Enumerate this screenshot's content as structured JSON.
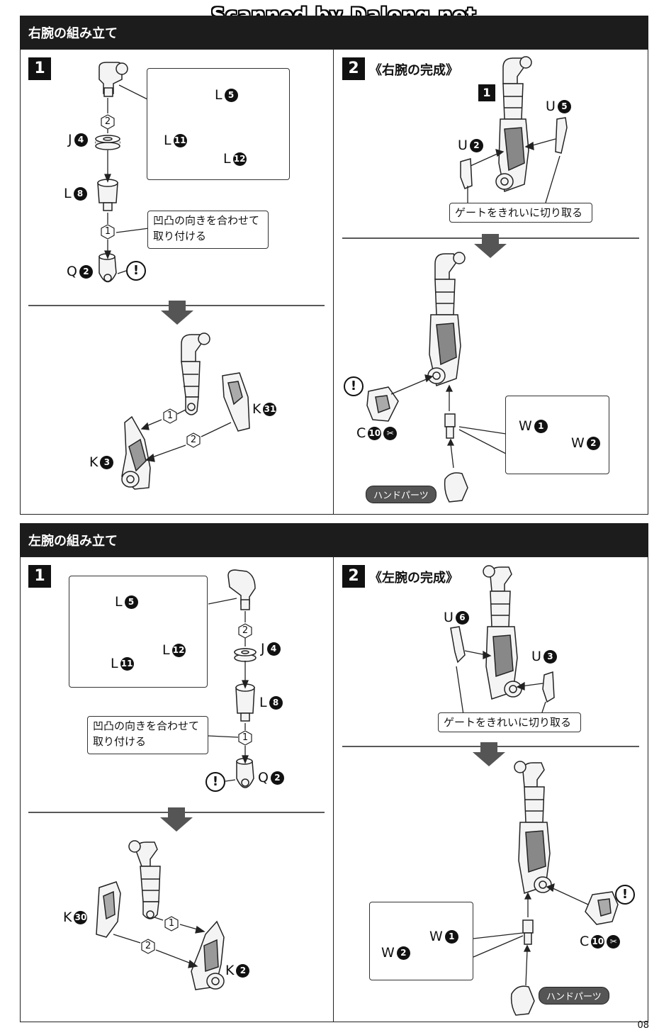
{
  "watermark": "Scanned by Dalong.net",
  "page_number": "08",
  "right_arm": {
    "section_title": "右腕の組み立て",
    "step1": {
      "number": "1",
      "labels": {
        "j4": {
          "letter": "J",
          "num": "4"
        },
        "l8": {
          "letter": "L",
          "num": "8"
        },
        "q2": {
          "letter": "Q",
          "num": "2"
        },
        "l5": {
          "letter": "L",
          "num": "5"
        },
        "l11": {
          "letter": "L",
          "num": "11"
        },
        "l12": {
          "letter": "L",
          "num": "12"
        }
      },
      "order_a": "2",
      "order_b": "1",
      "note_line1": "凹凸の向きを合わせて",
      "note_line2": "取り付ける",
      "warning": "!"
    },
    "step1b": {
      "k3": {
        "letter": "K",
        "num": "3"
      },
      "k31": {
        "letter": "K",
        "num": "31"
      },
      "order_a": "1",
      "order_b": "2"
    },
    "step2": {
      "number": "2",
      "title": "《右腕の完成》",
      "ref_step": "1",
      "u5": {
        "letter": "U",
        "num": "5"
      },
      "u2": {
        "letter": "U",
        "num": "2"
      },
      "gate_note": "ゲートをきれいに切り取る",
      "c10": {
        "letter": "C",
        "num": "10"
      },
      "w1": {
        "letter": "W",
        "num": "1"
      },
      "w2": {
        "letter": "W",
        "num": "2"
      },
      "hand_parts": "ハンドパーツ",
      "warning": "!"
    }
  },
  "left_arm": {
    "section_title": "左腕の組み立て",
    "step1": {
      "number": "1",
      "labels": {
        "l5": {
          "letter": "L",
          "num": "5"
        },
        "l12": {
          "letter": "L",
          "num": "12"
        },
        "l11": {
          "letter": "L",
          "num": "11"
        },
        "j4": {
          "letter": "J",
          "num": "4"
        },
        "l8": {
          "letter": "L",
          "num": "8"
        },
        "q2": {
          "letter": "Q",
          "num": "2"
        }
      },
      "order_a": "2",
      "order_b": "1",
      "note_line1": "凹凸の向きを合わせて",
      "note_line2": "取り付ける",
      "warning": "!"
    },
    "step1b": {
      "k30": {
        "letter": "K",
        "num": "30"
      },
      "k2": {
        "letter": "K",
        "num": "2"
      },
      "order_a": "1",
      "order_b": "2"
    },
    "step2": {
      "number": "2",
      "title": "《左腕の完成》",
      "u6": {
        "letter": "U",
        "num": "6"
      },
      "u3": {
        "letter": "U",
        "num": "3"
      },
      "gate_note": "ゲートをきれいに切り取る",
      "c10": {
        "letter": "C",
        "num": "10"
      },
      "w1": {
        "letter": "W",
        "num": "1"
      },
      "w2": {
        "letter": "W",
        "num": "2"
      },
      "hand_parts": "ハンドパーツ",
      "warning": "!"
    }
  },
  "colors": {
    "bar": "#1c1c1c",
    "arrow_fill": "#555555",
    "part_fill": "#f4f4f4",
    "part_stroke": "#222222"
  }
}
